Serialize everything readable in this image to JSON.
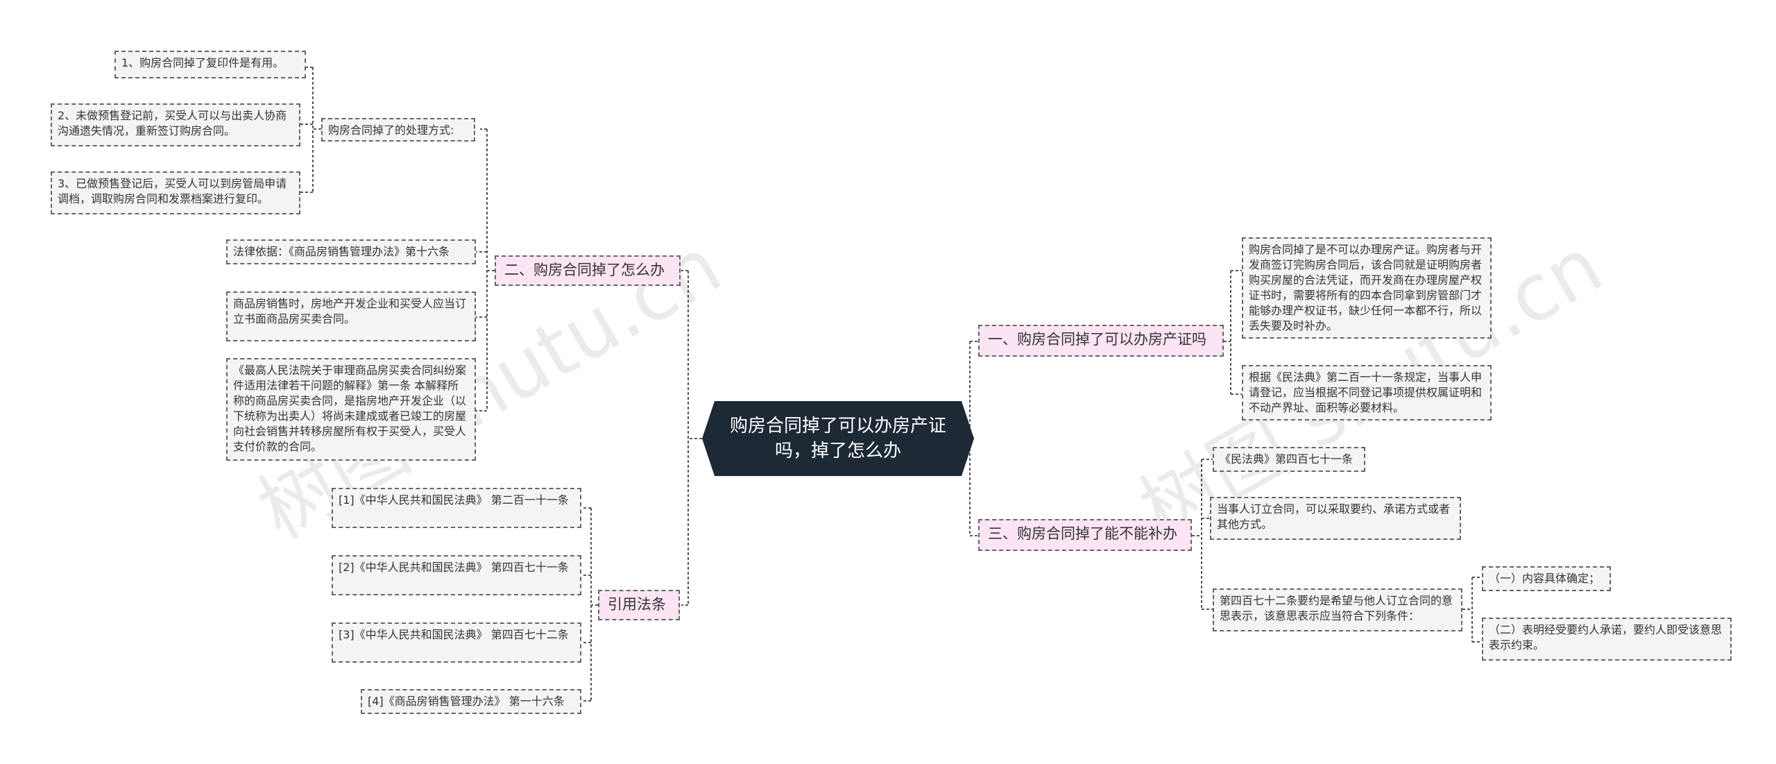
{
  "root": {
    "title": "购房合同掉了可以办房产证吗，掉了怎么办"
  },
  "branches": {
    "b2": {
      "label": "二、购房合同掉了怎么办",
      "sub_label": "购房合同掉了的处理方式:",
      "sub_items": [
        "1、购房合同掉了复印件是有用。",
        "2、未做预售登记前，买受人可以与出卖人协商沟通遗失情况，重新签订购房合同。",
        "3、已做预售登记后，买受人可以到房管局申请调档，调取购房合同和发票档案进行复印。"
      ],
      "items": [
        "法律依据：《商品房销售管理办法》第十六条",
        "商品房销售时，房地产开发企业和买受人应当订立书面商品房买卖合同。",
        "《最高人民法院关于审理商品房买卖合同纠纷案件适用法律若干问题的解释》第一条 本解释所称的商品房买卖合同，是指房地产开发企业（以下统称为出卖人）将尚未建成或者已竣工的房屋向社会销售并转移房屋所有权于买受人，买受人支付价款的合同。"
      ]
    },
    "refs": {
      "label": "引用法条",
      "items": [
        "[1]《中华人民共和国民法典》 第二百一十一条",
        "[2]《中华人民共和国民法典》 第四百七十一条",
        "[3]《中华人民共和国民法典》 第四百七十二条",
        "[4]《商品房销售管理办法》 第一十六条"
      ]
    },
    "b1": {
      "label": "一、购房合同掉了可以办房产证吗",
      "items": [
        "购房合同掉了是不可以办理房产证。购房者与开发商签订完购房合同后，该合同就是证明购房者购买房屋的合法凭证，而开发商在办理房屋产权证书时，需要将所有的四本合同拿到房管部门才能够办理产权证书，缺少任何一本都不行，所以丢失要及时补办。",
        "根据《民法典》第二百一十一条规定，当事人申请登记，应当根据不同登记事项提供权属证明和不动产界址、面积等必要材料。"
      ]
    },
    "b3": {
      "label": "三、购房合同掉了能不能补办",
      "items": [
        "《民法典》第四百七十一条",
        "当事人订立合同，可以采取要约、承诺方式或者其他方式。",
        "第四百七十二条要约是希望与他人订立合同的意思表示，该意思表示应当符合下列条件："
      ],
      "conditions": [
        "（一）内容具体确定；",
        "（二）表明经受要约人承诺，要约人即受该意思表示约束。"
      ]
    }
  },
  "watermarks": [
    "树图 shutu.cn",
    "树图 shutu.cn"
  ],
  "colors": {
    "root_bg": "#1e2936",
    "branch_bg": "#fbe4f4",
    "leaf_bg": "#f4f4f4",
    "border": "#666666"
  }
}
